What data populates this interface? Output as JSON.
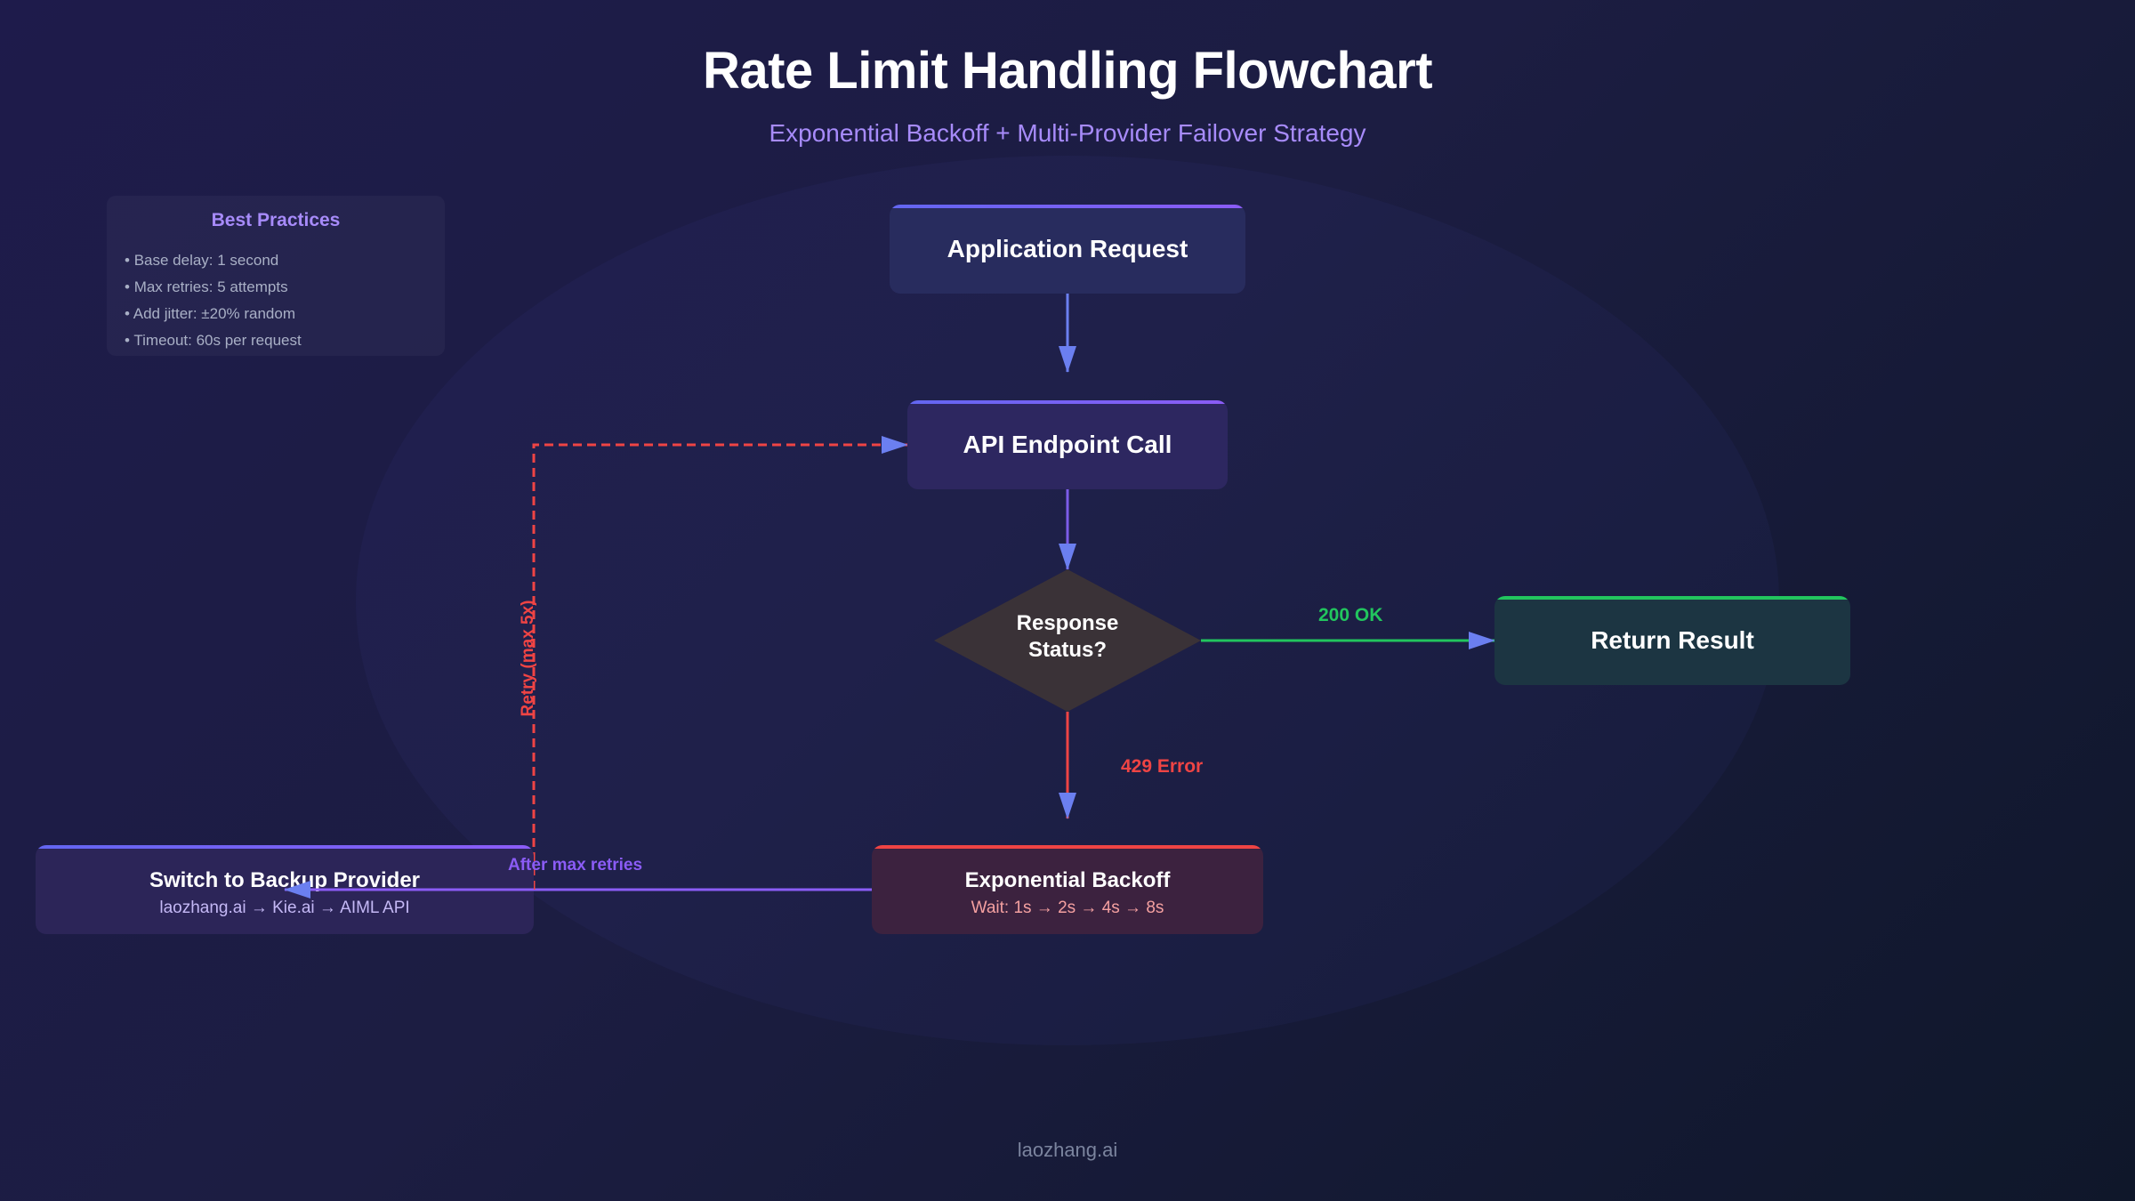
{
  "header": {
    "title": "Rate Limit Handling Flowchart",
    "subtitle": "Exponential Backoff + Multi-Provider Failover Strategy"
  },
  "best_practices": {
    "title": "Best Practices",
    "items": [
      "Base delay: 1 second",
      "Max retries: 5 attempts",
      "Add jitter: ±20% random",
      "Timeout: 60s per request"
    ]
  },
  "nodes": {
    "app_request": {
      "label": "Application Request"
    },
    "api_call": {
      "label": "API Endpoint Call"
    },
    "decision": {
      "line1": "Response",
      "line2": "Status?"
    },
    "return_result": {
      "label": "Return Result"
    },
    "backoff": {
      "label": "Exponential Backoff",
      "detail": "Wait: 1s → 2s → 4s → 8s"
    },
    "switch_provider": {
      "label": "Switch to Backup Provider",
      "detail": "laozhang.ai → Kie.ai → AIML API"
    }
  },
  "edges": {
    "ok": "200 OK",
    "error": "429 Error",
    "retry": "Retry (max 5x)",
    "failover": "After max retries"
  },
  "colors": {
    "primary": "#6366f1",
    "accent": "#8b5cf6",
    "success": "#22c55e",
    "error": "#ef4444",
    "decision_fill": "#3a3237"
  },
  "footer": {
    "brand": "laozhang.ai"
  }
}
